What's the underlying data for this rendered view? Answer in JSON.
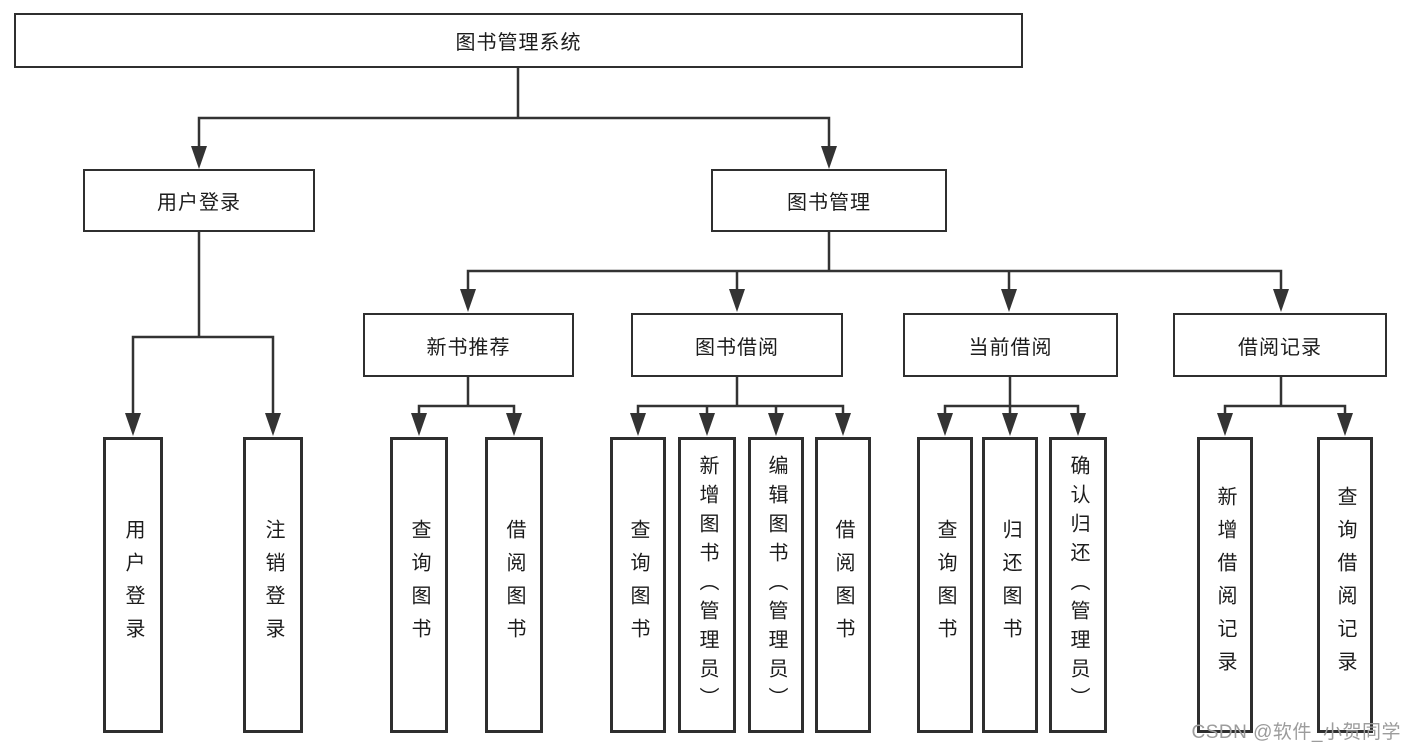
{
  "diagram": {
    "type": "tree",
    "title": "图书管理系统",
    "tree": {
      "root": {
        "label": "图书管理系统",
        "children": [
          {
            "label": "用户登录",
            "children": [
              {
                "label": "用户登录"
              },
              {
                "label": "注销登录"
              }
            ]
          },
          {
            "label": "图书管理",
            "children": [
              {
                "label": "新书推荐",
                "children": [
                  {
                    "label": "查询图书"
                  },
                  {
                    "label": "借阅图书"
                  }
                ]
              },
              {
                "label": "图书借阅",
                "children": [
                  {
                    "label": "查询图书"
                  },
                  {
                    "label": "新增图书（管理员）"
                  },
                  {
                    "label": "编辑图书（管理员）"
                  },
                  {
                    "label": "借阅图书"
                  }
                ]
              },
              {
                "label": "当前借阅",
                "children": [
                  {
                    "label": "查询图书"
                  },
                  {
                    "label": "归还图书"
                  },
                  {
                    "label": "确认归还（管理员）"
                  }
                ]
              },
              {
                "label": "借阅记录",
                "children": [
                  {
                    "label": "新增借阅记录"
                  },
                  {
                    "label": "查询借阅记录"
                  }
                ]
              }
            ]
          }
        ]
      }
    },
    "colors": {
      "line": "#333333",
      "box_border": "#2f2f2f",
      "box_background": "#ffffff",
      "text": "#1c1c1c",
      "watermark": "#9c9c9c"
    },
    "watermark": "CSDN @软件_小贺同学"
  }
}
